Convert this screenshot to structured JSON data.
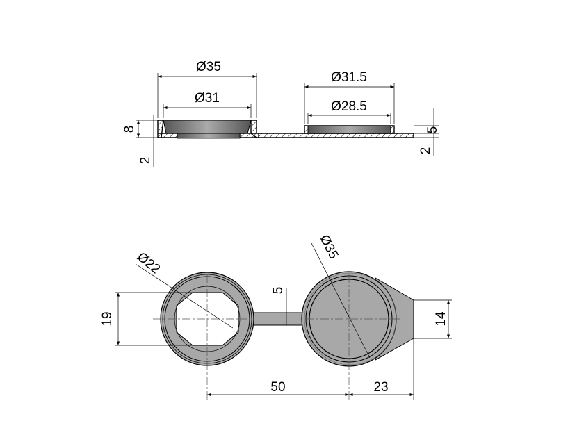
{
  "section_view": {
    "outer_diameter": "Ø35",
    "inner_diameter": "Ø31",
    "cap_outer_diameter": "Ø31.5",
    "cap_inner_diameter": "Ø28.5",
    "left_height": "8",
    "left_base_thickness": "2",
    "right_height": "5",
    "right_base_thickness": "2"
  },
  "plan_view": {
    "hole_diameter": "Ø22",
    "cap_diameter": "Ø35",
    "hole_flat_width": "19",
    "strap_width": "5",
    "tab_width": "14",
    "center_distance": "50",
    "tab_offset": "23"
  },
  "colors": {
    "fill": "#a8a8a8",
    "line": "#000000"
  }
}
